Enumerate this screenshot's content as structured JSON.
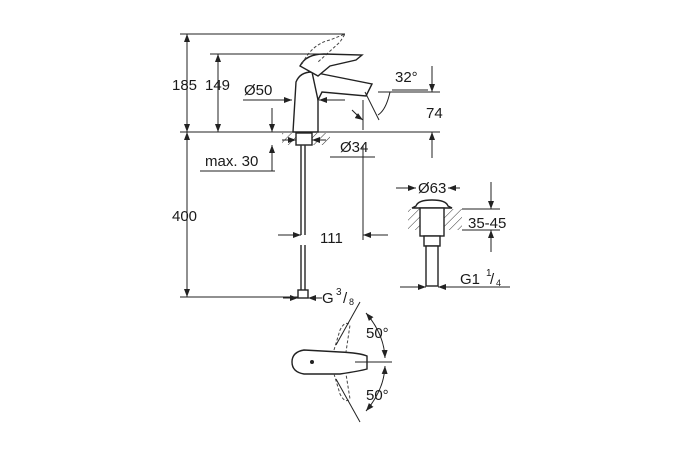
{
  "drawing": {
    "dim_total_height": "185",
    "dim_spout_height": "149",
    "dim_body_diameter": "Ø50",
    "dim_spout_angle": "32°",
    "dim_outlet_height": "74",
    "dim_hole_diameter": "Ø34",
    "dim_max_thickness": "max. 30",
    "dim_hose_length": "400",
    "dim_projection": "111",
    "thread_hose": "G",
    "thread_hose_fraction_num": "3",
    "thread_hose_fraction_den": "8",
    "dim_waste_diameter": "Ø63",
    "dim_waste_range": "35-45",
    "thread_waste": "G1",
    "thread_waste_fraction_num": "1",
    "thread_waste_fraction_den": "4",
    "rotation_angle_top": "50°",
    "rotation_angle_bottom": "50°"
  }
}
